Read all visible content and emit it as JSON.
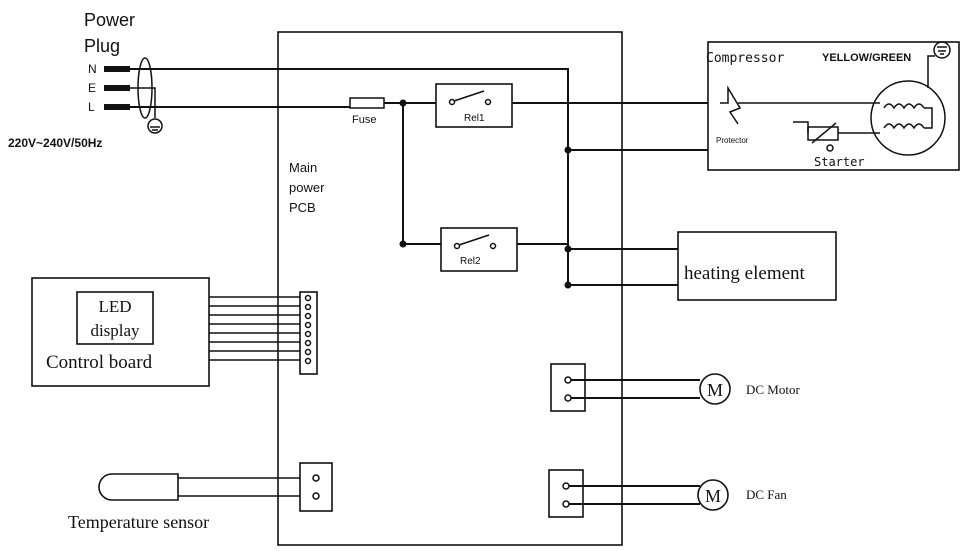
{
  "power_plug": {
    "title_line1": "Power",
    "title_line2": "Plug",
    "pin_n": "N",
    "pin_e": "E",
    "pin_l": "L",
    "rating": "220V~240V/50Hz"
  },
  "main_pcb": {
    "label_line1": "Main",
    "label_line2": "power",
    "label_line3": "PCB",
    "fuse_label": "Fuse",
    "relay1_label": "Rel1",
    "relay2_label": "Rel2"
  },
  "compressor": {
    "title": "Compressor",
    "ground_label": "YELLOW/GREEN",
    "protector_label": "Protector",
    "starter_label": "Starter"
  },
  "heating_element": {
    "label": "heating element"
  },
  "control_board": {
    "led_line1": "LED",
    "led_line2": "display",
    "label": "Control board"
  },
  "dc_motor": {
    "symbol": "M",
    "label": "DC Motor"
  },
  "dc_fan": {
    "symbol": "M",
    "label": "DC Fan"
  },
  "temperature_sensor": {
    "label": "Temperature sensor"
  }
}
